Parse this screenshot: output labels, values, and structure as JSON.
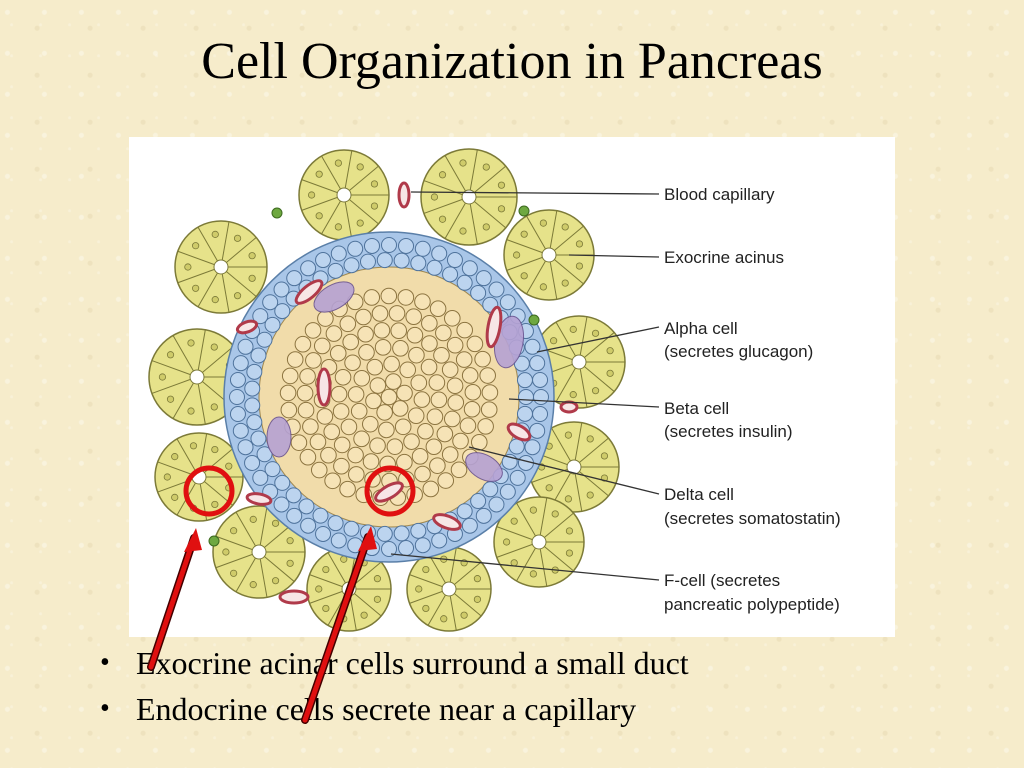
{
  "title": "Cell Organization in Pancreas",
  "figure": {
    "labels": {
      "blood_capillary": "Blood capillary",
      "exocrine_acinus": "Exocrine acinus",
      "alpha_cell": "Alpha cell",
      "alpha_note": "(secretes glucagon)",
      "beta_cell": "Beta cell",
      "beta_note": "(secretes insulin)",
      "delta_cell": "Delta cell",
      "delta_note": "(secretes somatostatin)",
      "f_cell": "F-cell (secretes",
      "f_note": "pancreatic polypeptide)"
    }
  },
  "bullets": [
    "Exocrine acinar cells surround a small duct",
    "Endocrine cells secrete near a capillary"
  ],
  "colors": {
    "acinus": "#e6e28a",
    "acinus_stroke": "#7c7a38",
    "beta": "#f1dcaa",
    "alpha": "#a9c6e8",
    "delta": "#b6a2d4",
    "capillary": "#b03a4a",
    "highlight": "#e01010"
  }
}
